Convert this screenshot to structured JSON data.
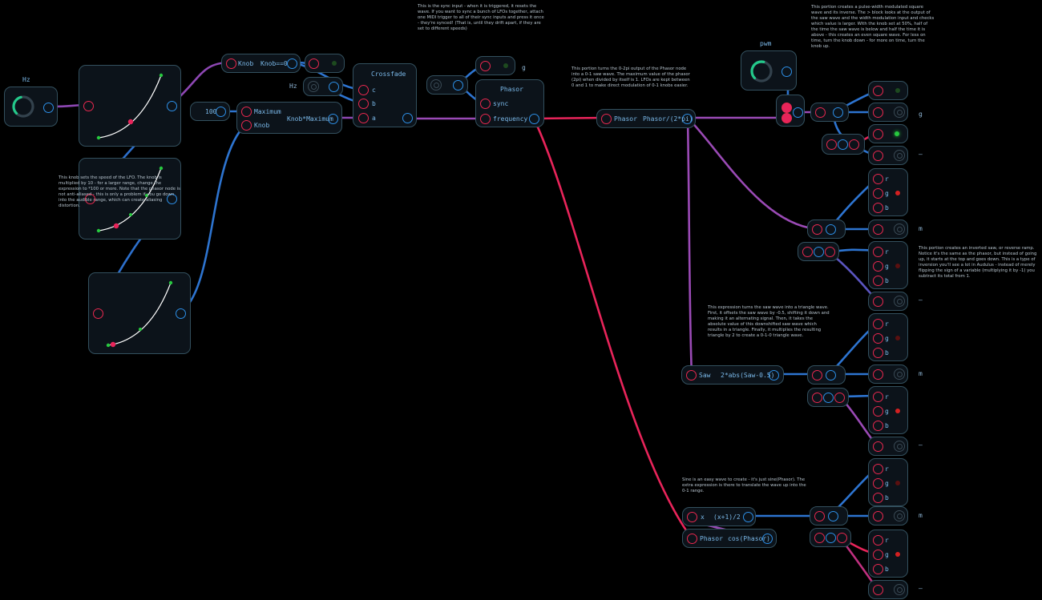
{
  "labels": {
    "hz_knob": "Hz",
    "pwm_knob": "pwm",
    "hz_side": "Hz",
    "g_side": "g",
    "value_100": "100",
    "knob_a": "Knob",
    "knob_eq_zero": "Knob==0",
    "maximum": "Maximum",
    "knob_b": "Knob",
    "knob_times_max": "Knob*Maximum",
    "crossfade_title": "Crossfade",
    "c": "c",
    "b": "b",
    "a": "a",
    "phasor_title": "Phasor",
    "sync": "sync",
    "frequency": "frequency",
    "phasor_in": "Phasor",
    "phasor_div": "Phasor/(2*pi)",
    "saw_in": "Saw",
    "saw_expr": "2*abs(Saw-0.5)",
    "x_in": "x",
    "x_expr": "(x+1)/2",
    "phasor_in2": "Phasor",
    "cos_expr": "cos(Phasor)",
    "r": "r",
    "g": "g",
    "bb": "b",
    "out_g": "g",
    "out_dash1": "–",
    "out_m1": "m",
    "out_dash2": "–",
    "out_m2": "m",
    "out_dash3": "–",
    "out_m3": "m",
    "out_dash4": "–"
  },
  "notes": {
    "sync": "This is the sync input - when it is triggered, it resets the wave. If you want to sync a bunch of LFOs together, attach one MIDI trigger to all of their sync inputs and press it once - they're synced! (That is, until they drift apart, if they are set to different speeds)",
    "phasor": "This portion turns the 0-2pi output of the Phasor node into a 0-1 saw wave. The maximum value of the phasor (2pi) when divided by itself is 1. LFOs are kept between 0 and 1 to make direct modulation of 0-1 knobs easier.",
    "pwm": "This portion creates a pulse-width modulated square wave and its inverse. The > block looks at the output of the saw wave and the width modulation input and checks which value is larger. With the knob set at 50%, half of the time the saw wave is below and half the time it is above - this creates an even square wave. For less on time, turn the knob down - for more on time, turn the knob up.",
    "lfo": "This knob sets the speed of the LFO. The knob is multiplied by 10 - for a larger range, change the expression to *100 or more. Note that the phasor node is not anti-aliased - this is only a problem if you go down into the audible range, which can create aliasing distortion.",
    "ramp": "This portion creates an inverted saw, or reverse ramp. Notice it's the same as the phasor, but instead of going up, it starts at the top and goes down. This is a type of inversion you'll see a lot in Audulus - instead of merely flipping the sign of a variable (multiplying it by -1) you subtract its total from 1.",
    "triangle": "This expression turns the saw wave into a triangle wave. First, it offsets the saw wave by -0.5, shifting it down and making it an alternating signal. Then, it takes the absolute value of this downshifted saw wave which results in a triangle. Finally, it multiplies the resulting triangle by 2 to create a 0-1-0 triangle wave.",
    "sine": "Sine is an easy wave to create - it's just sine(Phasor). The extra expression is there to translate the wave up into the 0-1 range."
  },
  "knobs": {
    "hz_level": 0.45,
    "pwm_level": 0.55
  },
  "colors": {
    "background": "#000000",
    "node_fill": "#0c131a",
    "node_border": "#33505e",
    "input_port": "#e8284f",
    "output_port": "#2d8fe6",
    "wire_blue": "#2d74d0",
    "wire_red": "#e8245a",
    "wire_purple": "#9a45b8",
    "lamp_green": "#27c93f",
    "lamp_red": "#e02020",
    "knob_arc": "#23c98a"
  }
}
